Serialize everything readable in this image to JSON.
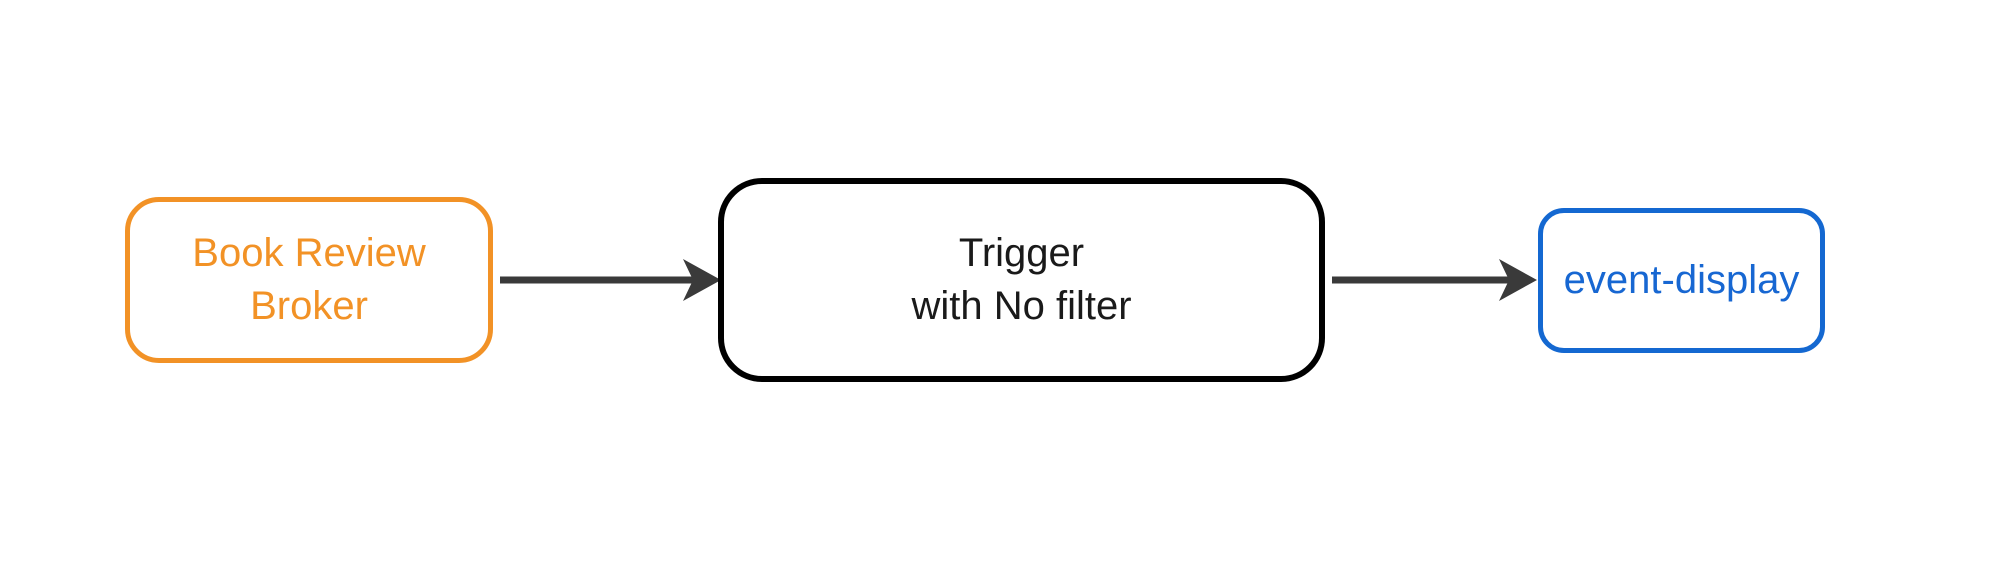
{
  "diagram": {
    "type": "flowchart",
    "background_color": "#FFFFFF",
    "nodes": [
      {
        "id": "book-review-broker",
        "label": "Book Review\nBroker",
        "shape": "rounded-rectangle",
        "border_color": "#F29226",
        "text_color": "#F29226",
        "fill_color": "#FFFFFF"
      },
      {
        "id": "trigger",
        "label": "Trigger\nwith No filter",
        "shape": "rounded-rectangle",
        "border_color": "#000000",
        "text_color": "#1A1A1A",
        "fill_color": "#FFFFFF"
      },
      {
        "id": "event-display",
        "label": "event-display",
        "shape": "rounded-rectangle",
        "border_color": "#1468D1",
        "text_color": "#1767D2",
        "fill_color": "#FFFFFF"
      }
    ],
    "edges": [
      {
        "from": "book-review-broker",
        "to": "trigger",
        "style": "solid",
        "arrowhead": "stealth-right",
        "color": "#3A3A3A"
      },
      {
        "from": "trigger",
        "to": "event-display",
        "style": "solid",
        "arrowhead": "stealth-right",
        "color": "#3A3A3A"
      }
    ]
  }
}
